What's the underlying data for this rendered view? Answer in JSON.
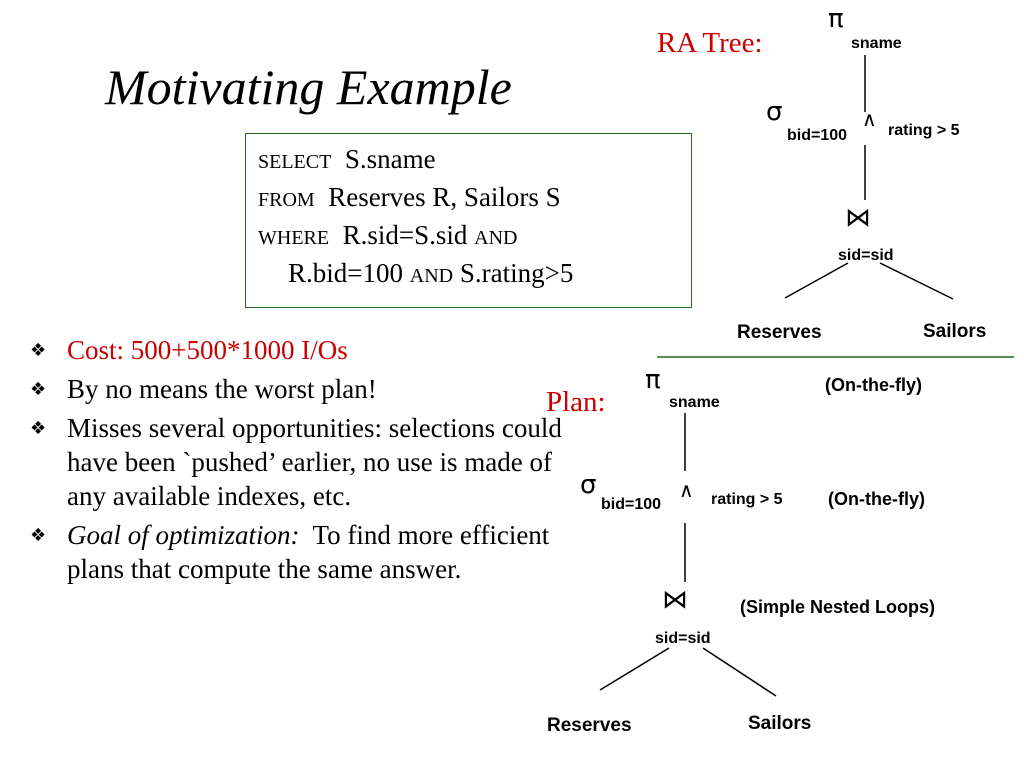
{
  "slide": {
    "title": "Motivating Example"
  },
  "sql": {
    "line1_kw": "SELECT",
    "line1_rest": "S.sname",
    "line2_kw": "FROM",
    "line2_rest": "Reserves R, Sailors S",
    "line3_kw": "WHERE",
    "line3_rest": "R.sid=S.sid",
    "line3_kw2": "AND",
    "line4_a": "R.bid=100",
    "line4_kw": "AND",
    "line4_b": "S.rating>5"
  },
  "bullets": {
    "b1": "Cost:  500+500*1000 I/Os",
    "b2": "By no means the worst plan!",
    "b3": "Misses several opportunities: selections could have been `pushed’ earlier, no use is made of any available indexes, etc.",
    "b4_italic": "Goal of optimization:",
    "b4_rest": "To find more efficient plans that compute the same answer."
  },
  "ra_tree": {
    "label": "RA Tree:",
    "pi_symbol": "π",
    "pi_subscript": "sname",
    "sigma_symbol": "σ",
    "sigma_left": "bid=100",
    "and_symbol": "∧",
    "sigma_right": "rating > 5",
    "join_symbol": "⋈",
    "join_cond": "sid=sid",
    "left_leaf": "Reserves",
    "right_leaf": "Sailors"
  },
  "plan": {
    "label": "Plan:",
    "pi_symbol": "π",
    "pi_subscript": "sname",
    "pi_note": "(On-the-fly)",
    "sigma_symbol": "σ",
    "sigma_left": "bid=100",
    "and_symbol": "∧",
    "sigma_right": "rating > 5",
    "sigma_note": "(On-the-fly)",
    "join_symbol": "⋈",
    "join_cond": "sid=sid",
    "join_note": "(Simple Nested Loops)",
    "left_leaf": "Reserves",
    "right_leaf": "Sailors"
  },
  "colors": {
    "accent_red": "#cc0000",
    "box_border": "#1e6b1e",
    "divider": "#1e6b1e"
  }
}
